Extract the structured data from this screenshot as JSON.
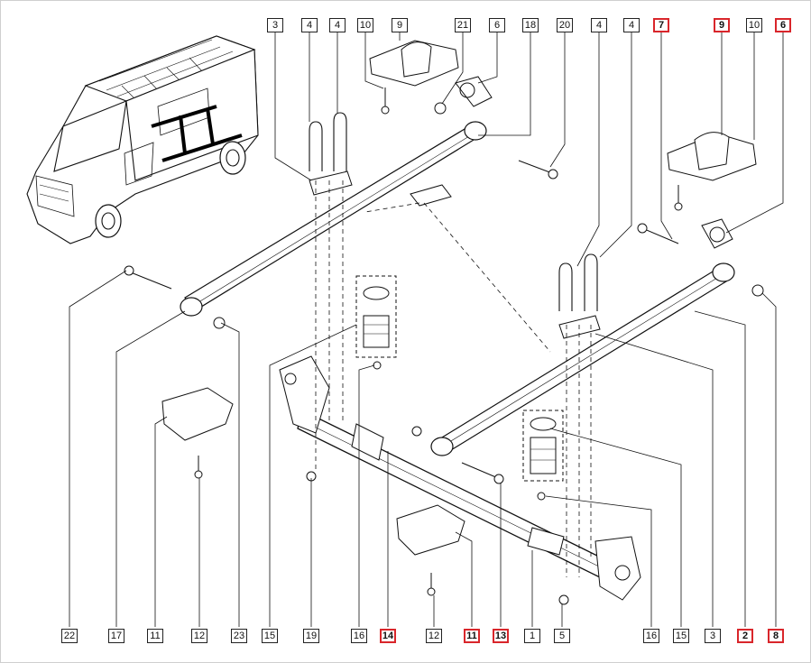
{
  "diagram": {
    "title": "Rear axle and leaf spring suspension exploded view",
    "highlight_color": "#d9262b",
    "line_color": "#111111",
    "top_callouts": [
      {
        "label": "3",
        "highlighted": false
      },
      {
        "label": "4",
        "highlighted": false
      },
      {
        "label": "4",
        "highlighted": false
      },
      {
        "label": "10",
        "highlighted": false
      },
      {
        "label": "9",
        "highlighted": false
      },
      {
        "label": "21",
        "highlighted": false
      },
      {
        "label": "6",
        "highlighted": false
      },
      {
        "label": "18",
        "highlighted": false
      },
      {
        "label": "20",
        "highlighted": false
      },
      {
        "label": "4",
        "highlighted": false
      },
      {
        "label": "4",
        "highlighted": false
      },
      {
        "label": "7",
        "highlighted": true
      },
      {
        "label": "9",
        "highlighted": true
      },
      {
        "label": "10",
        "highlighted": false
      },
      {
        "label": "6",
        "highlighted": true
      }
    ],
    "bottom_callouts": [
      {
        "label": "22",
        "highlighted": false
      },
      {
        "label": "17",
        "highlighted": false
      },
      {
        "label": "11",
        "highlighted": false
      },
      {
        "label": "12",
        "highlighted": false
      },
      {
        "label": "23",
        "highlighted": false
      },
      {
        "label": "15",
        "highlighted": false
      },
      {
        "label": "19",
        "highlighted": false
      },
      {
        "label": "16",
        "highlighted": false
      },
      {
        "label": "14",
        "highlighted": true
      },
      {
        "label": "12",
        "highlighted": false
      },
      {
        "label": "11",
        "highlighted": true
      },
      {
        "label": "13",
        "highlighted": true
      },
      {
        "label": "1",
        "highlighted": false
      },
      {
        "label": "5",
        "highlighted": false
      },
      {
        "label": "16",
        "highlighted": false
      },
      {
        "label": "15",
        "highlighted": false
      },
      {
        "label": "3",
        "highlighted": false
      },
      {
        "label": "2",
        "highlighted": true
      },
      {
        "label": "8",
        "highlighted": true
      }
    ]
  }
}
